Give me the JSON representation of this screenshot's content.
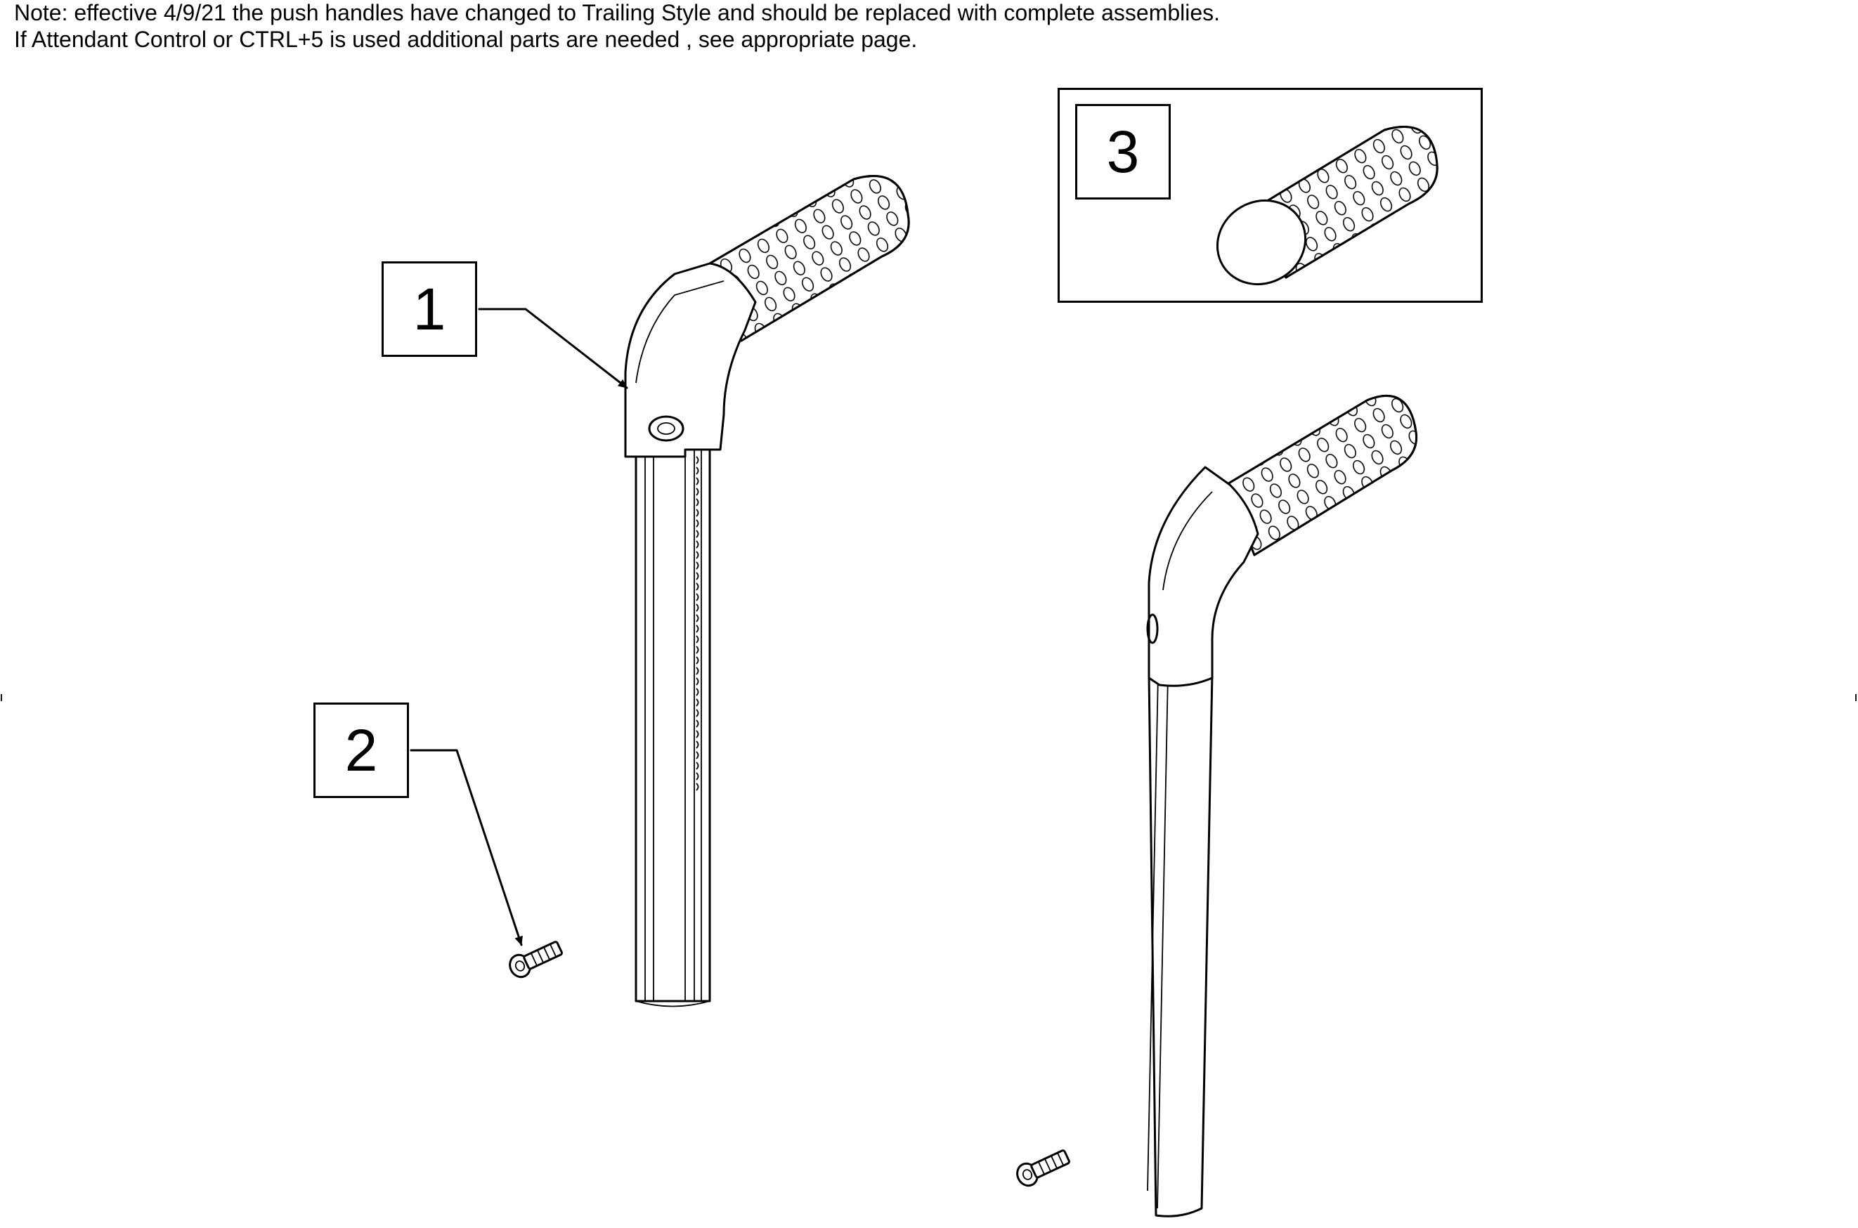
{
  "notes": {
    "line1": "Note: effective 4/9/21 the push handles have changed to Trailing Style and should be replaced with complete assemblies.",
    "line2": "If Attendant Control or CTRL+5 is used additional parts are needed , see appropriate page."
  },
  "callouts": {
    "part1": "1",
    "part2": "2",
    "part3": "3"
  }
}
